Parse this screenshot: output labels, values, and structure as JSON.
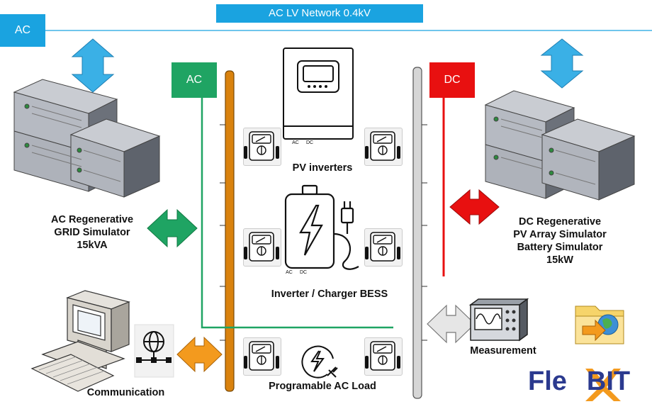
{
  "network": {
    "title": "AC LV Network 0.4kV",
    "ac_corner": "AC"
  },
  "bus_tags": {
    "ac": "AC",
    "dc": "DC"
  },
  "left_block": {
    "lines": [
      "AC Regenerative",
      "GRID Simulator",
      "15kVA"
    ]
  },
  "right_block": {
    "lines": [
      "DC Regenerative",
      "PV Array Simulator",
      "Battery Simulator",
      "15kW"
    ]
  },
  "center": {
    "pv_inverters": "PV inverters",
    "bess": "Inverter / Charger BESS",
    "ac_load": "Programable AC Load",
    "ac_dc_symbols": {
      "ac": "AC",
      "dc": "DC"
    }
  },
  "communication": "Communication",
  "measurement": "Measurement",
  "logo": {
    "part1": "Fle",
    "part2": "BIT"
  },
  "colors": {
    "network_blue": "#1aa3e0",
    "ac_green": "#1fa463",
    "dc_red": "#e81010",
    "ac_bus_orange": "#d9820e",
    "dc_bus_gray": "#c8c8c8",
    "comm_arrow_orange": "#f39a1e",
    "logo_blue": "#2b3a8f"
  }
}
